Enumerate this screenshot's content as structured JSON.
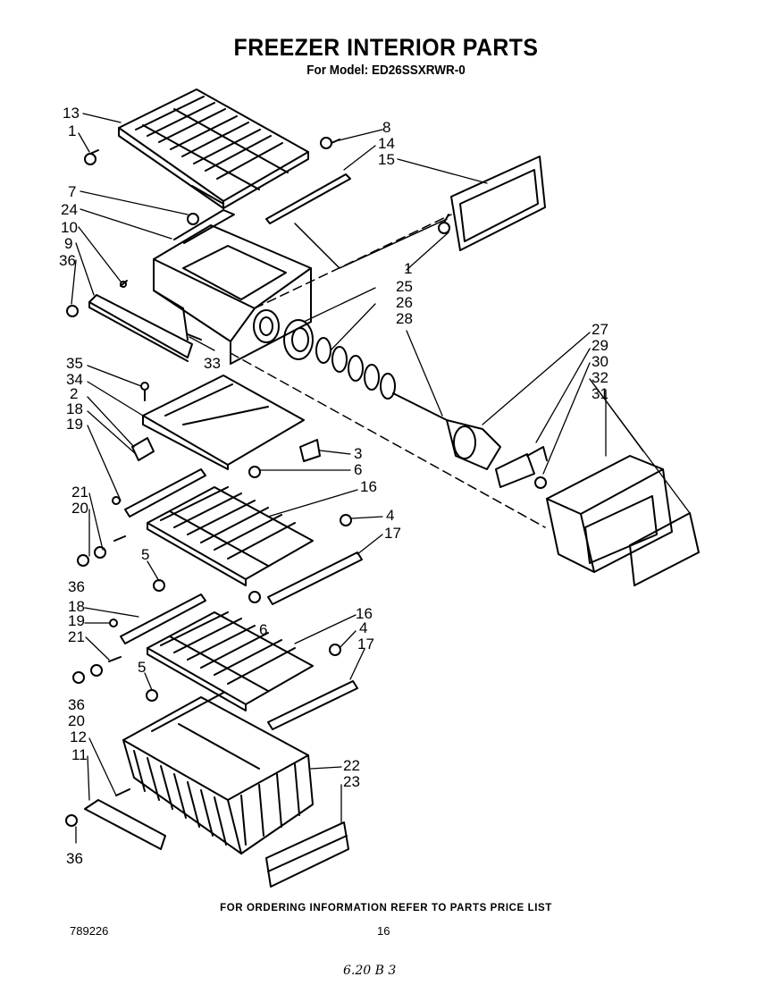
{
  "header": {
    "title": "FREEZER INTERIOR PARTS",
    "subtitle": "For Model: ED26SSXRWR-0"
  },
  "callouts": [
    {
      "id": "c13a",
      "text": "13"
    },
    {
      "id": "c1a",
      "text": "1"
    },
    {
      "id": "c8",
      "text": "8"
    },
    {
      "id": "c14",
      "text": "14"
    },
    {
      "id": "c15",
      "text": "15"
    },
    {
      "id": "c7",
      "text": "7"
    },
    {
      "id": "c24",
      "text": "24"
    },
    {
      "id": "c10",
      "text": "10"
    },
    {
      "id": "c9",
      "text": "9"
    },
    {
      "id": "c36a",
      "text": "36"
    },
    {
      "id": "c1b",
      "text": "1"
    },
    {
      "id": "c25",
      "text": "25"
    },
    {
      "id": "c26",
      "text": "26"
    },
    {
      "id": "c28",
      "text": "28"
    },
    {
      "id": "c33",
      "text": "33"
    },
    {
      "id": "c27",
      "text": "27"
    },
    {
      "id": "c29",
      "text": "29"
    },
    {
      "id": "c30",
      "text": "30"
    },
    {
      "id": "c32",
      "text": "32"
    },
    {
      "id": "c31",
      "text": "31"
    },
    {
      "id": "c35",
      "text": "35"
    },
    {
      "id": "c34",
      "text": "34"
    },
    {
      "id": "c2",
      "text": "2"
    },
    {
      "id": "c18a",
      "text": "18"
    },
    {
      "id": "c19a",
      "text": "19"
    },
    {
      "id": "c3",
      "text": "3"
    },
    {
      "id": "c6a",
      "text": "6"
    },
    {
      "id": "c16a",
      "text": "16"
    },
    {
      "id": "c21a",
      "text": "21"
    },
    {
      "id": "c20a",
      "text": "20"
    },
    {
      "id": "c4a",
      "text": "4"
    },
    {
      "id": "c17a",
      "text": "17"
    },
    {
      "id": "c5a",
      "text": "5"
    },
    {
      "id": "c36b",
      "text": "36"
    },
    {
      "id": "c18b",
      "text": "18"
    },
    {
      "id": "c6b",
      "text": "6"
    },
    {
      "id": "c16b",
      "text": "16"
    },
    {
      "id": "c19b",
      "text": "19"
    },
    {
      "id": "c4b",
      "text": "4"
    },
    {
      "id": "c21b",
      "text": "21"
    },
    {
      "id": "c17b",
      "text": "17"
    },
    {
      "id": "c5b",
      "text": "5"
    },
    {
      "id": "c36c",
      "text": "36"
    },
    {
      "id": "c20b",
      "text": "20"
    },
    {
      "id": "c12",
      "text": "12"
    },
    {
      "id": "c22",
      "text": "22"
    },
    {
      "id": "c11",
      "text": "11"
    },
    {
      "id": "c23",
      "text": "23"
    },
    {
      "id": "c36d",
      "text": "36"
    }
  ],
  "footer": {
    "ordering_note": "FOR ORDERING INFORMATION REFER TO PARTS PRICE LIST",
    "document_number": "789226",
    "page_number": "16",
    "handwritten_note": "6.20 B 3"
  }
}
